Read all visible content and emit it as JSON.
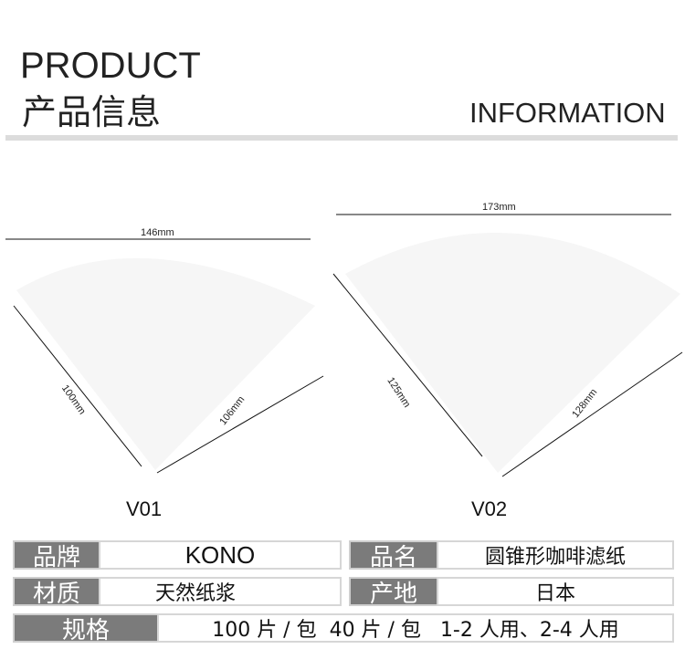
{
  "header": {
    "title_en": "PRODUCT",
    "title_cn": "产品信息",
    "subtitle": "INFORMATION"
  },
  "diagrams": [
    {
      "model": "V01",
      "top_width": "146mm",
      "left_side": "100mm",
      "right_side": "106mm"
    },
    {
      "model": "V02",
      "top_width": "173mm",
      "left_side": "125mm",
      "right_side": "128mm"
    }
  ],
  "specs": {
    "brand_label": "品牌",
    "brand_value": "KONO",
    "name_label": "品名",
    "name_value": "圆锥形咖啡滤纸",
    "material_label": "材质",
    "material_value": "天然纸浆",
    "origin_label": "产地",
    "origin_value": "日本",
    "spec_label": "规格",
    "spec_value": "100 片 / 包  40 片 / 包   1-2 人用、2-4 人用"
  }
}
